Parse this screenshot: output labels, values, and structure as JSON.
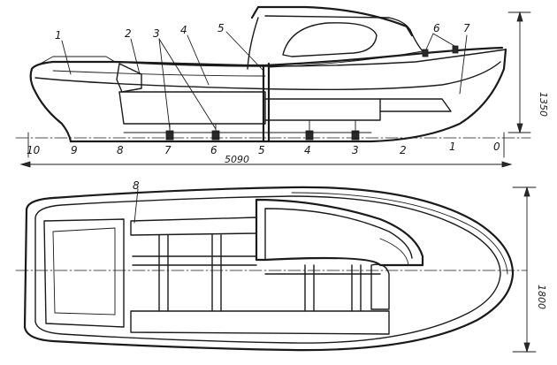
{
  "callouts": [
    "1",
    "2",
    "3",
    "4",
    "5",
    "6",
    "7",
    "8"
  ],
  "stations": [
    "10",
    "9",
    "8",
    "7",
    "6",
    "5",
    "4",
    "3",
    "2",
    "1",
    "0"
  ],
  "dimensions": {
    "length": "5090",
    "height": "1350",
    "beam": "1800"
  }
}
